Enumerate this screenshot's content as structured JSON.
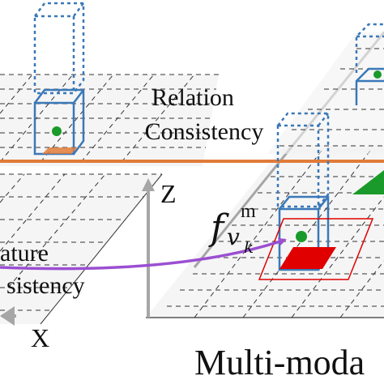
{
  "labels": {
    "relation_line1": "Relation",
    "relation_line2": "Consistency",
    "feature_line1": "ature",
    "feature_line2": "sistency",
    "axis_z": "Z",
    "axis_x": "X",
    "multimodal": "Multi-moda",
    "math_base": "f",
    "math_sub": "v",
    "math_subsub": "k",
    "math_sup": "m"
  },
  "colors": {
    "grid_line": "#333333",
    "grid_fill": "#f2f2f2",
    "divider": "#e07b39",
    "box_solid": "#3a78b8",
    "box_dotted": "#3a78b8",
    "feature_arrow": "#9b4fd1",
    "axis": "#a6a6a6",
    "red_region": "#e00000",
    "green_marker": "#1a9a2a"
  }
}
